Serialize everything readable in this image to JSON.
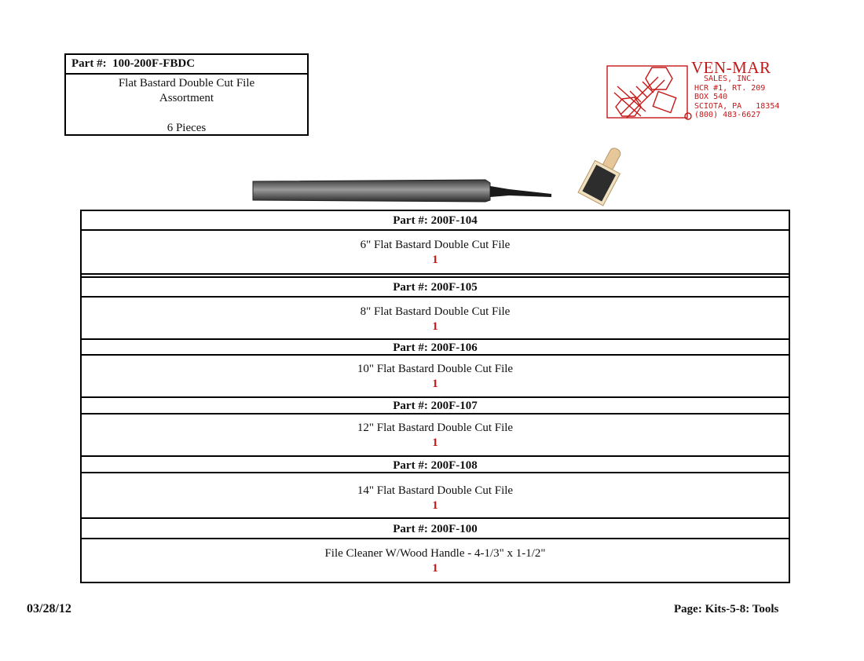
{
  "kit": {
    "part_label": "Part #:",
    "part_number": "100-200F-FBDC",
    "description_line1": "Flat Bastard Double Cut File",
    "description_line2": "Assortment",
    "pieces": "6 Pieces"
  },
  "logo": {
    "company": "VEN-MAR",
    "line1": "SALES, INC.",
    "line2": "HCR #1, RT. 209",
    "line3": "BOX 540",
    "line4": "SCIOTA, PA   18354",
    "line5": "(800) 483-6627",
    "registered": "®"
  },
  "parts": [
    {
      "header": "Part #: 200F-104",
      "description": "6\" Flat Bastard Double Cut File",
      "qty": "1"
    },
    {
      "header": "Part #: 200F-105",
      "description": "8\" Flat Bastard Double Cut File",
      "qty": "1"
    },
    {
      "header": "Part #: 200F-106",
      "description": "10\" Flat Bastard Double Cut File",
      "qty": "1"
    },
    {
      "header": "Part #: 200F-107",
      "description": "12\" Flat Bastard Double Cut File",
      "qty": "1"
    },
    {
      "header": "Part #:  200F-108",
      "description": "14\" Flat Bastard Double Cut File",
      "qty": "1"
    },
    {
      "header": "Part #: 200F-100",
      "description": "File Cleaner W/Wood Handle - 4-1/3\" x 1-1/2\"",
      "qty": "1"
    }
  ],
  "footer": {
    "date": "03/28/12",
    "page": "Page: Kits-5-8: Tools"
  },
  "colors": {
    "accent_red": "#c41818"
  }
}
